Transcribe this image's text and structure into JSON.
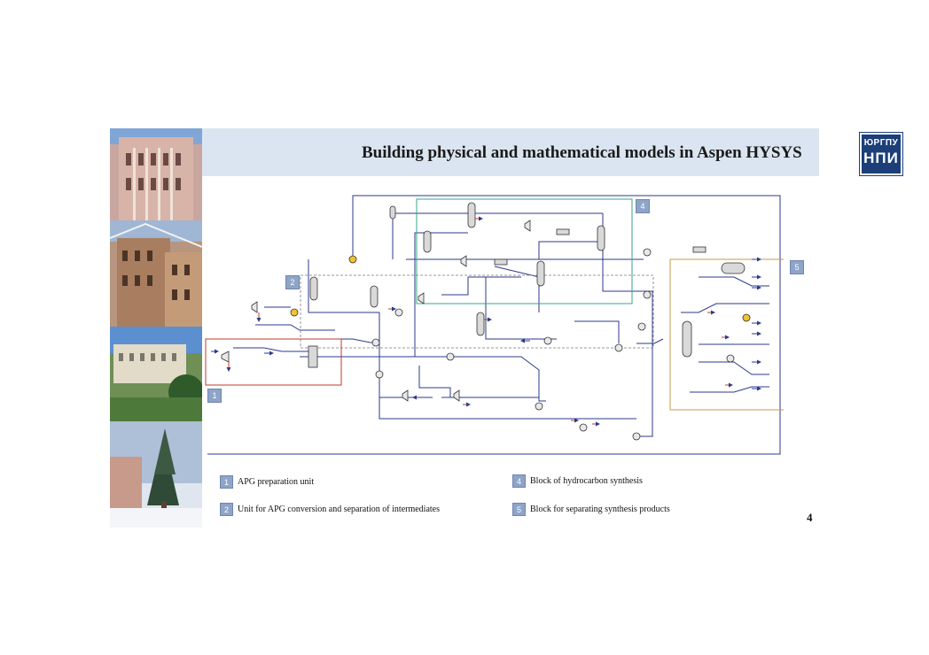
{
  "slide": {
    "title": "Building physical and mathematical models in Aspen HYSYS",
    "logo": {
      "line1": "ЮРГПУ",
      "line2": "НПИ"
    },
    "page_number": "4"
  },
  "diagram": {
    "block_markers": [
      "1",
      "2",
      "4",
      "5"
    ]
  },
  "legend": [
    {
      "num": "1",
      "label": "APG preparation  unit"
    },
    {
      "num": "2",
      "label": "Unit  for  APG  conversion   and  separation  of  intermediates"
    },
    {
      "num": "4",
      "label": "Block  of  hydrocarbon  synthesis"
    },
    {
      "num": "5",
      "label": "Block  for  separating  synthesis  products"
    }
  ],
  "colors": {
    "header_bg": "#dbe5f1",
    "marker": "#8ea4c8",
    "stream": "#2b3a8c",
    "block1": "#c0392b",
    "block4": "#3aa58c",
    "block5": "#c89a4a"
  }
}
